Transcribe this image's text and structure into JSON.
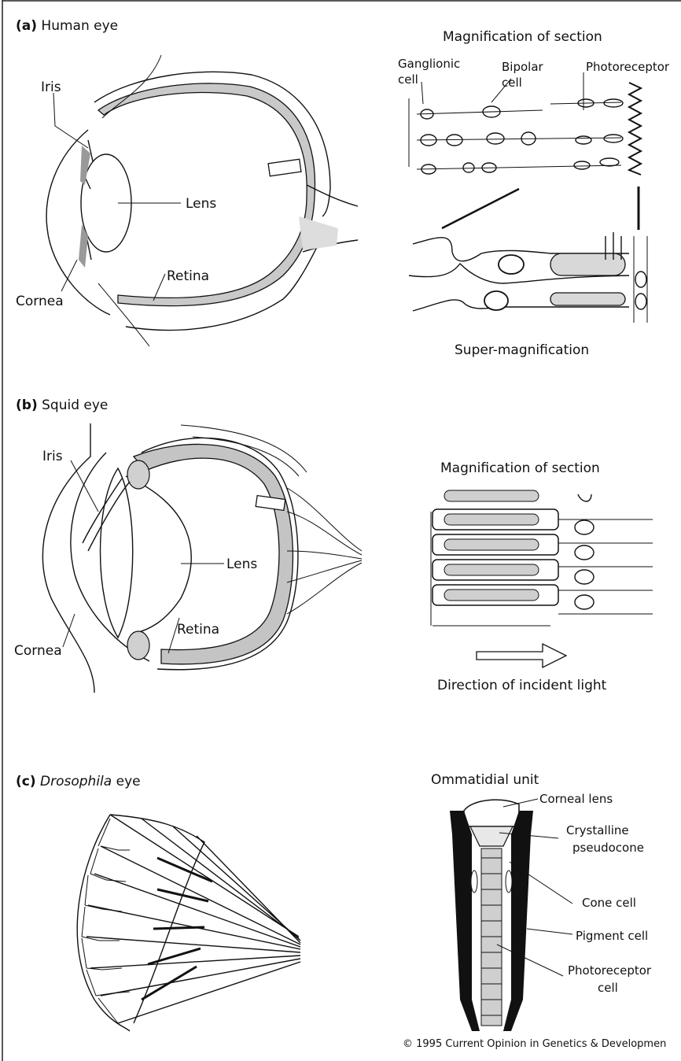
{
  "panel_a": {
    "letter": "(a)",
    "title": "Human eye",
    "labels": {
      "iris": "Iris",
      "lens": "Lens",
      "retina": "Retina",
      "cornea": "Cornea"
    },
    "magnification_title": "Magnification of section",
    "cell_labels": {
      "ganglionic_1": "Ganglionic",
      "ganglionic_2": "cell",
      "bipolar_1": "Bipolar",
      "bipolar_2": "cell",
      "photoreceptor": "Photoreceptor"
    },
    "super_title": "Super-magnification"
  },
  "panel_b": {
    "letter": "(b)",
    "title": "Squid eye",
    "labels": {
      "iris": "Iris",
      "lens": "Lens",
      "retina": "Retina",
      "cornea": "Cornea"
    },
    "magnification_title": "Magnification of section",
    "light_caption": "Direction of incident light"
  },
  "panel_c": {
    "letter": "(c)",
    "title": "Drosophila",
    "title_suffix": "eye",
    "unit_title": "Ommatidial unit",
    "labels": {
      "corneal_lens": "Corneal lens",
      "crystalline_1": "Crystalline",
      "crystalline_2": "pseudocone",
      "cone_cell": "Cone cell",
      "pigment_cell": "Pigment cell",
      "photoreceptor_1": "Photoreceptor",
      "photoreceptor_2": "cell"
    }
  },
  "copyright": "© 1995 Current Opinion in Genetics & Developmen"
}
